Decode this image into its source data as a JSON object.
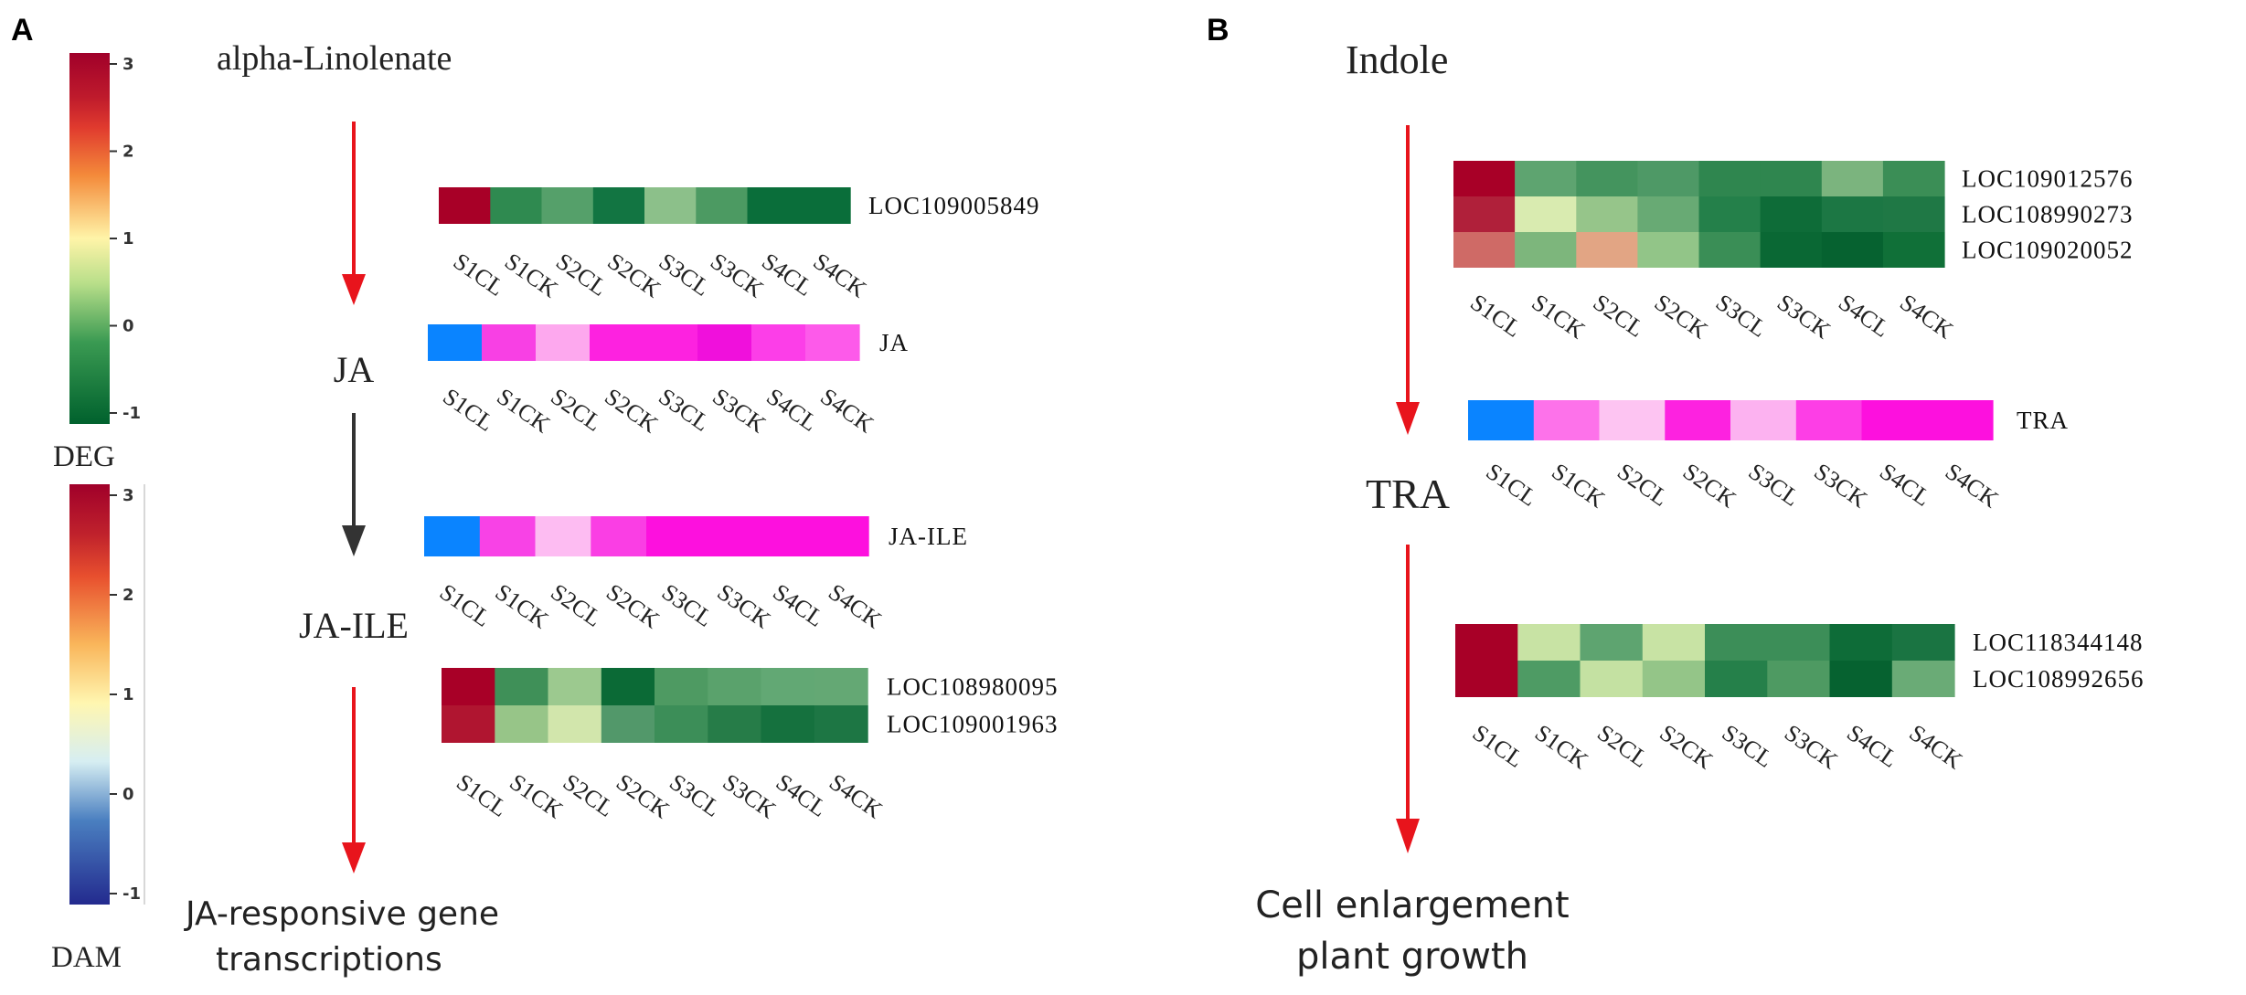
{
  "panels": {
    "A": {
      "letter": "A",
      "pathway": {
        "start": "alpha-Linolenate",
        "mid1": "JA",
        "mid2": "JA-ILE",
        "end_line1": "JA-responsive gene",
        "end_line2": "transcriptions"
      }
    },
    "B": {
      "letter": "B",
      "pathway": {
        "start": "Indole",
        "mid": "TRA",
        "end_line1": "Cell enlargement",
        "end_line2": "plant growth"
      }
    }
  },
  "scales": {
    "deg": {
      "label": "DEG",
      "ticks": [
        "3",
        "2",
        "1",
        "0",
        "-1"
      ],
      "min": -1,
      "max": 3,
      "colors": [
        "#a0002a",
        "#e03030",
        "#f48a3a",
        "#fff4a8",
        "#b9df8a",
        "#3a9a52",
        "#00612d"
      ]
    },
    "dam": {
      "label": "DAM",
      "ticks": [
        "3",
        "2",
        "1",
        "0",
        "-1"
      ],
      "min": -1,
      "max": 3,
      "colors": [
        "#a0002a",
        "#e03030",
        "#f48a3a",
        "#fff6b0",
        "#d6eef2",
        "#4a7fc0",
        "#232a8e"
      ]
    }
  },
  "chart_data": [
    {
      "type": "heatmap",
      "panel": "A",
      "columns": [
        "S1CL",
        "S1CK",
        "S2CL",
        "S2CK",
        "S3CL",
        "S3CK",
        "S4CL",
        "S4CK"
      ],
      "rows": [
        {
          "label": "LOC109005849",
          "values": [
            3.0,
            -0.5,
            -0.1,
            -0.8,
            0.3,
            -0.2,
            -0.9,
            -0.9
          ]
        }
      ],
      "colors": [
        [
          "#a80027",
          "#2f8a50",
          "#55a06a",
          "#127542",
          "#8cc08a",
          "#4c9a62",
          "#0a6e3a",
          "#0a6e3a"
        ]
      ]
    },
    {
      "type": "heatmap",
      "panel": "A",
      "columns": [
        "S1CL",
        "S1CK",
        "S2CL",
        "S2CK",
        "S3CL",
        "S3CK",
        "S4CL",
        "S4CK"
      ],
      "rows": [
        {
          "label": "JA",
          "values": [
            -0.8,
            0.6,
            0.2,
            0.9,
            0.9,
            1.0,
            0.7,
            0.6
          ]
        }
      ],
      "colors": [
        [
          "#0a84ff",
          "#f840e4",
          "#fda8ee",
          "#fd22e0",
          "#fd22e0",
          "#f010dc",
          "#fc3ee8",
          "#fd5aea"
        ]
      ]
    },
    {
      "type": "heatmap",
      "panel": "A",
      "columns": [
        "S1CL",
        "S1CK",
        "S2CL",
        "S2CK",
        "S3CL",
        "S3CK",
        "S4CL",
        "S4CK"
      ],
      "rows": [
        {
          "label": "JA-ILE",
          "values": [
            -0.8,
            0.5,
            0.1,
            0.6,
            1.0,
            1.0,
            1.0,
            1.0
          ]
        }
      ],
      "colors": [
        [
          "#0a84ff",
          "#f842e6",
          "#fdbcf2",
          "#fa3ee4",
          "#fd10de",
          "#fd10de",
          "#fd10de",
          "#fd10de"
        ]
      ]
    },
    {
      "type": "heatmap",
      "panel": "A",
      "columns": [
        "S1CL",
        "S1CK",
        "S2CL",
        "S2CK",
        "S3CL",
        "S3CK",
        "S4CL",
        "S4CK"
      ],
      "rows": [
        {
          "label": "LOC108980095",
          "values": [
            3.0,
            -0.4,
            0.3,
            -0.9,
            -0.3,
            -0.2,
            -0.2,
            -0.2
          ]
        },
        {
          "label": "LOC109001963",
          "values": [
            2.8,
            0.3,
            0.8,
            -0.2,
            -0.3,
            -0.6,
            -0.8,
            -0.7
          ]
        }
      ],
      "colors": [
        [
          "#a80027",
          "#3f9058",
          "#9cc98f",
          "#0b6a36",
          "#4e9a62",
          "#5aa26c",
          "#62a874",
          "#64a874"
        ],
        [
          "#b01530",
          "#97c588",
          "#d2e6ac",
          "#52986a",
          "#3c8e58",
          "#267c48",
          "#15713e",
          "#1d7644"
        ]
      ]
    },
    {
      "type": "heatmap",
      "panel": "B",
      "columns": [
        "S1CL",
        "S1CK",
        "S2CL",
        "S2CK",
        "S3CL",
        "S3CK",
        "S4CL",
        "S4CK"
      ],
      "rows": [
        {
          "label": "LOC109012576",
          "values": [
            3.0,
            -0.2,
            -0.4,
            -0.3,
            -0.6,
            -0.6,
            0.0,
            -0.5
          ]
        },
        {
          "label": "LOC108990273",
          "values": [
            2.8,
            0.8,
            0.2,
            -0.1,
            -0.6,
            -0.9,
            -0.7,
            -0.7
          ]
        },
        {
          "label": "LOC109020052",
          "values": [
            2.0,
            -0.1,
            1.4,
            0.2,
            -0.5,
            -0.9,
            -1.0,
            -0.8
          ]
        }
      ],
      "colors": [
        [
          "#a80027",
          "#5ea470",
          "#44945e",
          "#4e9966",
          "#2f864f",
          "#2f864f",
          "#7bb47e",
          "#3b8e56"
        ],
        [
          "#b0203a",
          "#d9ebb0",
          "#96c58a",
          "#68aa74",
          "#24804a",
          "#0e6c38",
          "#1c7744",
          "#1f7845"
        ],
        [
          "#cf6a66",
          "#7db67c",
          "#e2a584",
          "#92c588",
          "#3a8e56",
          "#0a6834",
          "#066230",
          "#107038"
        ]
      ]
    },
    {
      "type": "heatmap",
      "panel": "B",
      "columns": [
        "S1CL",
        "S1CK",
        "S2CL",
        "S2CK",
        "S3CL",
        "S3CK",
        "S4CL",
        "S4CK"
      ],
      "rows": [
        {
          "label": "TRA",
          "values": [
            -0.8,
            0.5,
            0.2,
            0.9,
            0.3,
            0.7,
            1.0,
            1.0
          ]
        }
      ],
      "colors": [
        [
          "#0a84ff",
          "#fd72ea",
          "#fdc4f2",
          "#fd22e0",
          "#fcb2f0",
          "#fd3ee6",
          "#fd10de",
          "#fd10de"
        ]
      ]
    },
    {
      "type": "heatmap",
      "panel": "B",
      "columns": [
        "S1CL",
        "S1CK",
        "S2CL",
        "S2CK",
        "S3CL",
        "S3CK",
        "S4CL",
        "S4CK"
      ],
      "rows": [
        {
          "label": "LOC118344148",
          "values": [
            3.0,
            0.7,
            -0.1,
            0.7,
            -0.5,
            -0.5,
            -0.9,
            -0.8
          ]
        },
        {
          "label": "LOC108992656",
          "values": [
            3.0,
            -0.2,
            0.5,
            0.3,
            -0.7,
            -0.3,
            -1.0,
            -0.2
          ]
        }
      ],
      "colors": [
        [
          "#a80027",
          "#c8e3a4",
          "#5ea470",
          "#c8e3a4",
          "#3c8e58",
          "#3c8e58",
          "#0e6c38",
          "#1a7442"
        ],
        [
          "#a80027",
          "#4e9b64",
          "#c4e1a2",
          "#94c588",
          "#25804a",
          "#4e9a62",
          "#066230",
          "#6aab76"
        ]
      ]
    }
  ]
}
